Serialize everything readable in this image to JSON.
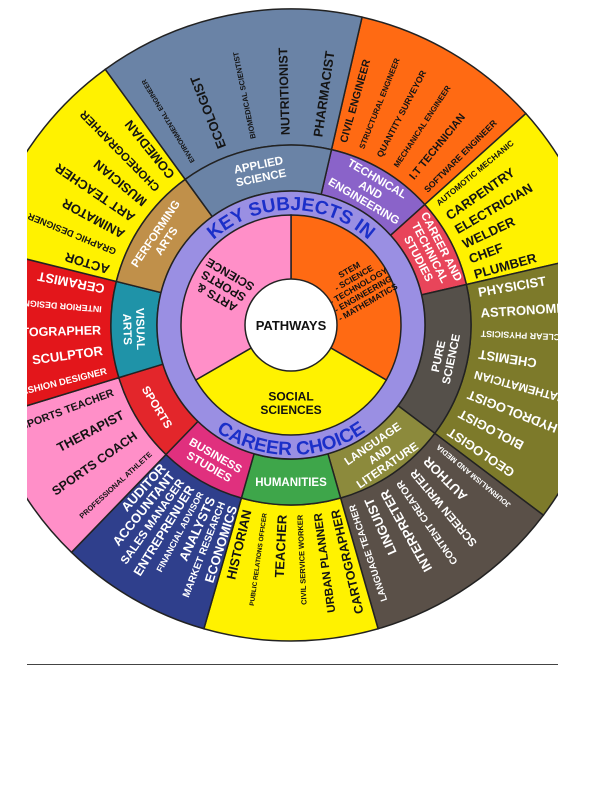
{
  "diagram": {
    "center_label": "PATHWAYS",
    "arc_top": "KEY SUBJECTS IN",
    "arc_bottom": "CAREER CHOICE",
    "colors": {
      "outline": "#222222",
      "ring_band": "#9a8fe3",
      "arc_top_text": "#1b2fc9",
      "arc_bottom_text": "#1b2fc9",
      "center": "#ffffff"
    },
    "core_sectors": [
      {
        "label": "STEM - SCIENCE - TECHNOLOGY - ENGINEERING - MATHEMATICS",
        "color": "#ff6a13",
        "text_color": "#111111"
      },
      {
        "label": "SOCIAL SCIENCES",
        "color": "#fff200",
        "text_color": "#111111"
      },
      {
        "label": "ARTS & SPORTS SCIENCE",
        "color": "#ff8fc8",
        "text_color": "#111111"
      }
    ],
    "pathways": [
      {
        "label": "TECHNICAL AND ENGINEERING",
        "color": "#8a63c9",
        "career_bg": "#ff6a13",
        "careers": [
          "CIVIL ENGINEER",
          "STRUCTURAL ENGINEER",
          "QUANTITY SURVEYOR",
          "MECHANICAL ENGINEER",
          "I.T TECHNICIAN",
          "SOFTWARE ENGINEER"
        ]
      },
      {
        "label": "CAREER AND TECHNICAL STUDIES",
        "color": "#e8455a",
        "career_bg": "#fff200",
        "careers": [
          "AUTOMOTIC MECHANIC",
          "CARPENTRY",
          "ELECTRICIAN",
          "WELDER",
          "CHEF",
          "PLUMBER"
        ]
      },
      {
        "label": "PURE SCIENCE",
        "color": "#55504a",
        "career_bg": "#7d7a2a",
        "careers": [
          "PHYSICIST",
          "ASTRONOMER",
          "NUCLEAR PHYSICIST",
          "CHEMIST",
          "MATHEMATICIAN",
          "HYDROLOGIST",
          "BIOLOGIST",
          "GEOLOGIST"
        ]
      },
      {
        "label": "LANGUAGE AND LITERATURE",
        "color": "#8c8a3c",
        "career_bg": "#5a5048",
        "careers": [
          "JOURNALISM AND MEDIA",
          "AUTHOR",
          "SCREEN WRITER",
          "CONTENT CREATOR",
          "INTERPRETER",
          "LINGUIST",
          "LANGUAGE TEACHER"
        ]
      },
      {
        "label": "HUMANITIES",
        "color": "#3ea64a",
        "career_bg": "#fff200",
        "careers": [
          "CARTOGRAPHER",
          "URBAN PLANNER",
          "CIVIL SERVICE WORKER",
          "TEACHER",
          "PUBLIC RELATIONS OFFICER",
          "HISTORIAN"
        ]
      },
      {
        "label": "BUSINESS STUDIES",
        "color": "#e0307e",
        "career_bg": "#2f3f8c",
        "careers": [
          "ECONOMICS",
          "MARKET RESEARCH",
          "ANALYSTS",
          "FINANCIAL ADVISOR",
          "ENTREPRENUER",
          "SALES MANAGER",
          "ACCOUNTANT",
          "AUDITOR"
        ]
      },
      {
        "label": "SPORTS",
        "color": "#e3262b",
        "career_bg": "#ff8fc8",
        "careers": [
          "PROFESSIONAL ATHLETE",
          "SPORTS COACH",
          "THERAPIST",
          "SPORTS TEACHER"
        ]
      },
      {
        "label": "VISUAL ARTS",
        "color": "#1f93a8",
        "career_bg": "#e3161b",
        "careers": [
          "FASHION DESIGNER",
          "SCULPTOR",
          "PHOTOGRAPHER",
          "INTERIOR DESIGNER",
          "CERAMIST"
        ]
      },
      {
        "label": "PERFORMING ARTS",
        "color": "#c0904a",
        "career_bg": "#fff200",
        "careers": [
          "ACTOR",
          "GRAPHIC DESIGNER",
          "ANIMATOR",
          "ART TEACHER",
          "MUSICIAN",
          "CHOREOGRAPHER",
          "COMEDIAN"
        ]
      },
      {
        "label": "APPLIED SCIENCE",
        "color": "#6a83a6",
        "career_bg": "#6a83a6",
        "careers": [
          "ENVIRONMENTAL ENGINEER",
          "ECOLOGIST",
          "BIOMEDICAL SCIENTIST",
          "NUTRITIONIST",
          "PHARMACIST"
        ]
      }
    ]
  }
}
